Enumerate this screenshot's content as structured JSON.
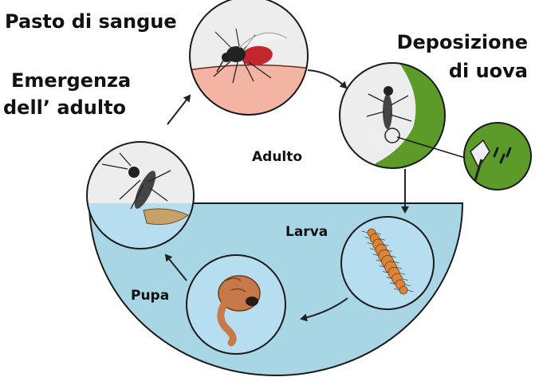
{
  "labels": {
    "blood_meal": "Pasto di sangue",
    "egg_laying_line1": "Deposizione",
    "egg_laying_line2": "di uova",
    "emergence_line1": "Emergenza",
    "emergence_line2": "dell’ adulto",
    "adult": "Adulto",
    "larva": "Larva",
    "pupa": "Pupa"
  },
  "colors": {
    "water": "#a9d6e5",
    "water_inner": "#b7def0",
    "skin": "#f4b4a4",
    "leaf": "#5c9a2a",
    "bubble_bg": "#ededed",
    "outline": "#1a1a1a",
    "arrow": "#222222",
    "larva_body": "#d9863c",
    "pupa_body": "#c8794a",
    "blood": "#c1272d"
  },
  "icons": [
    "mosquito-feeding-icon",
    "mosquito-laying-icon",
    "egg-closeup-icon",
    "mosquito-emerging-icon",
    "larva-icon",
    "pupa-icon"
  ]
}
